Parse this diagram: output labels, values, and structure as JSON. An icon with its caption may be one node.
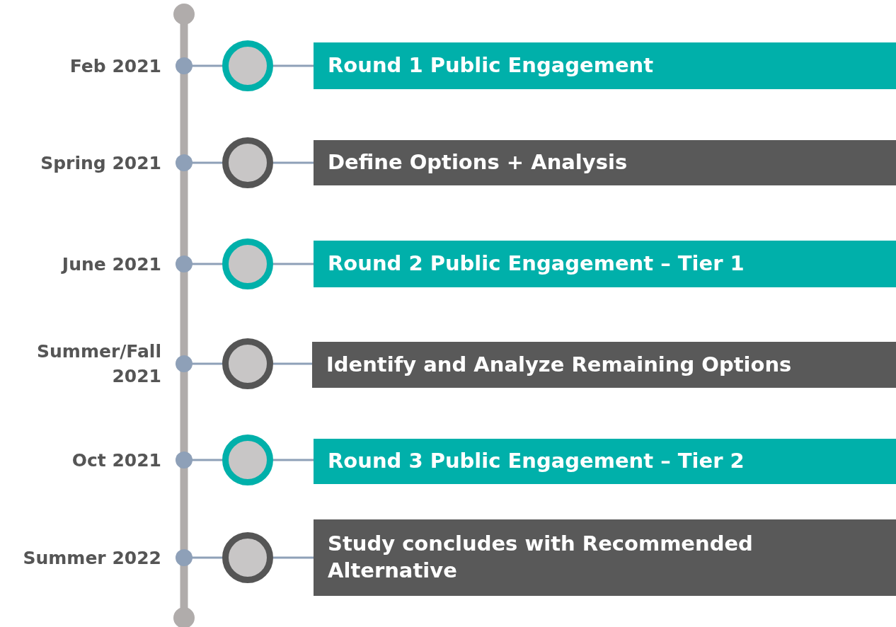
{
  "diagram": {
    "nodes": [
      {
        "text": [],
        "shape": "circle"
      },
      {
        "text": [
          "Round 1 Public Engagement"
        ]
      },
      {
        "text": [],
        "shape": "circle"
      },
      {
        "text": [
          "Define Options + Analysis"
        ]
      },
      {
        "text": [],
        "shape": "circle"
      },
      {
        "text": [
          "Round 2 Public Engagement – Tier 1"
        ]
      },
      {
        "text": [],
        "shape": "circle"
      },
      {
        "text": [
          "Identify and Analyze Remaining Options"
        ]
      },
      {
        "text": [],
        "shape": "circle"
      },
      {
        "text": [
          "Round 3 Public Engagement – Tier 2"
        ]
      },
      {
        "text": [],
        "shape": "circle"
      },
      {
        "text": [
          "Study concludes with Recommended Alternative"
        ]
      }
    ],
    "edges": [
      {
        "from": 0,
        "to": 1,
        "arrow": "none"
      },
      {
        "from": 2,
        "to": 3,
        "arrow": "none"
      },
      {
        "from": 4,
        "to": 5,
        "arrow": "none"
      },
      {
        "from": 6,
        "to": 7,
        "arrow": "none"
      },
      {
        "from": 8,
        "to": 9,
        "arrow": "none"
      },
      {
        "from": 10,
        "to": 11,
        "arrow": "none"
      }
    ],
    "labels": [
      "Feb 2021",
      "Spring 2021",
      "June 2021",
      "Summer/Fall 2021",
      "Oct 2021",
      "Summer 2022"
    ]
  }
}
